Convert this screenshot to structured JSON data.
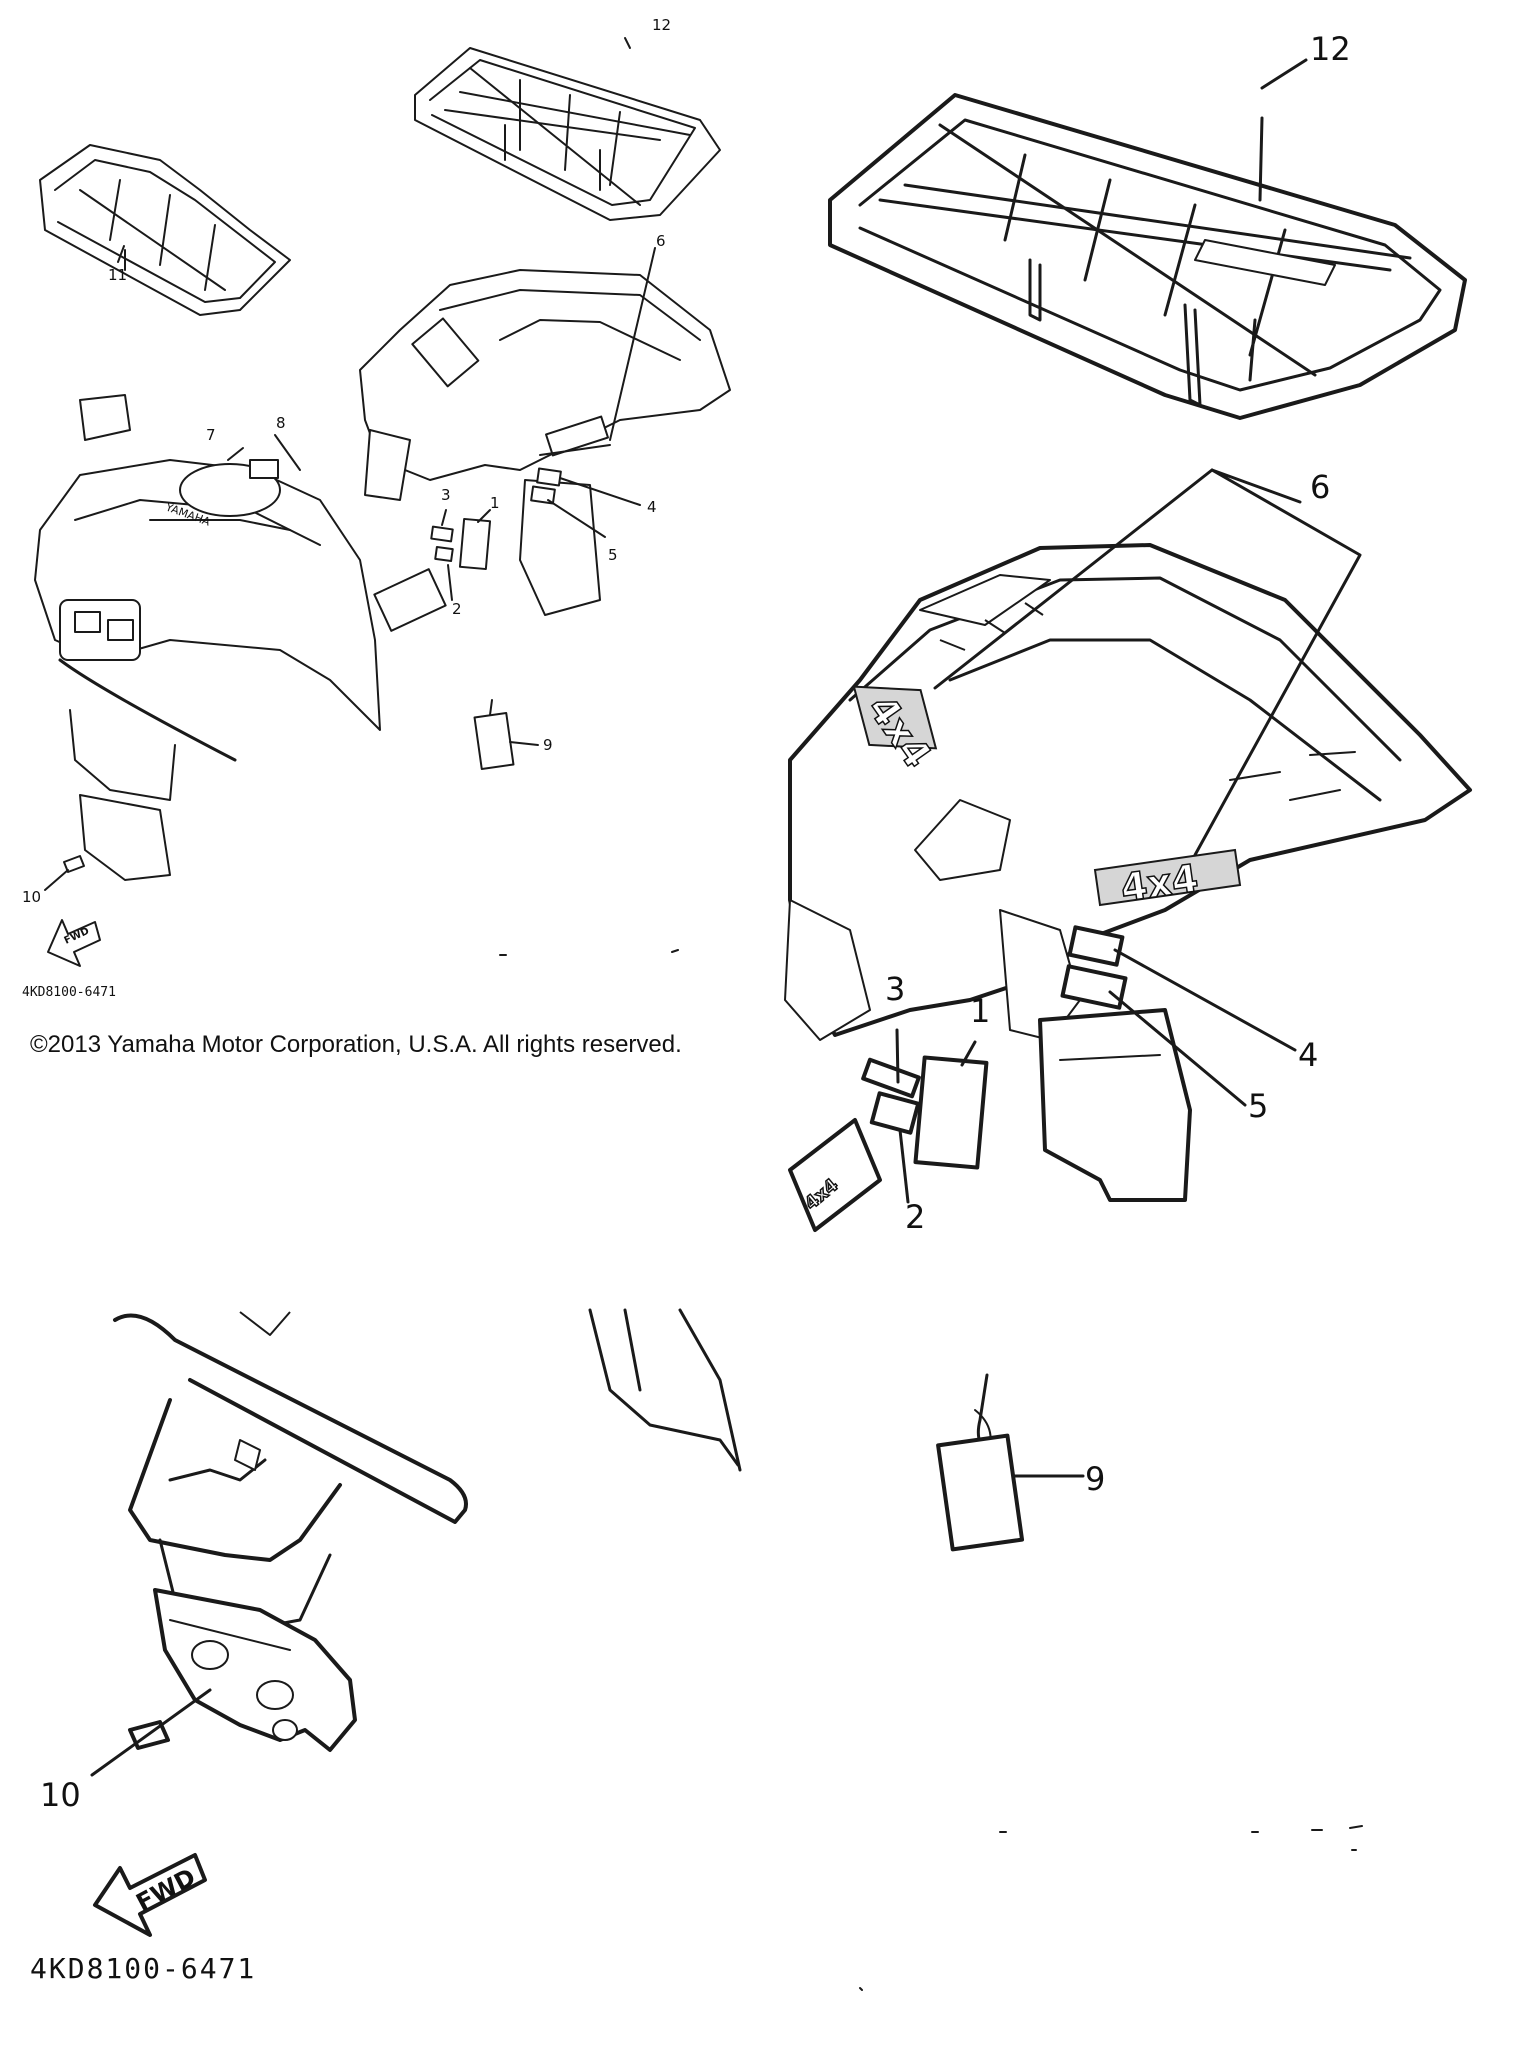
{
  "callouts": {
    "c1": "1",
    "c2": "2",
    "c3": "3",
    "c4": "4",
    "c5": "5",
    "c6": "6",
    "c7": "7",
    "c8": "8",
    "c9": "9",
    "c10": "10",
    "c11": "11",
    "c12": "12"
  },
  "decal": {
    "four_by_four": "4x4",
    "fwd": "FWD",
    "brand": "YAMAHA"
  },
  "drawing_code": "4KD8100-6471",
  "copyright": "©2013 Yamaha Motor Corporation, U.S.A. All rights reserved."
}
